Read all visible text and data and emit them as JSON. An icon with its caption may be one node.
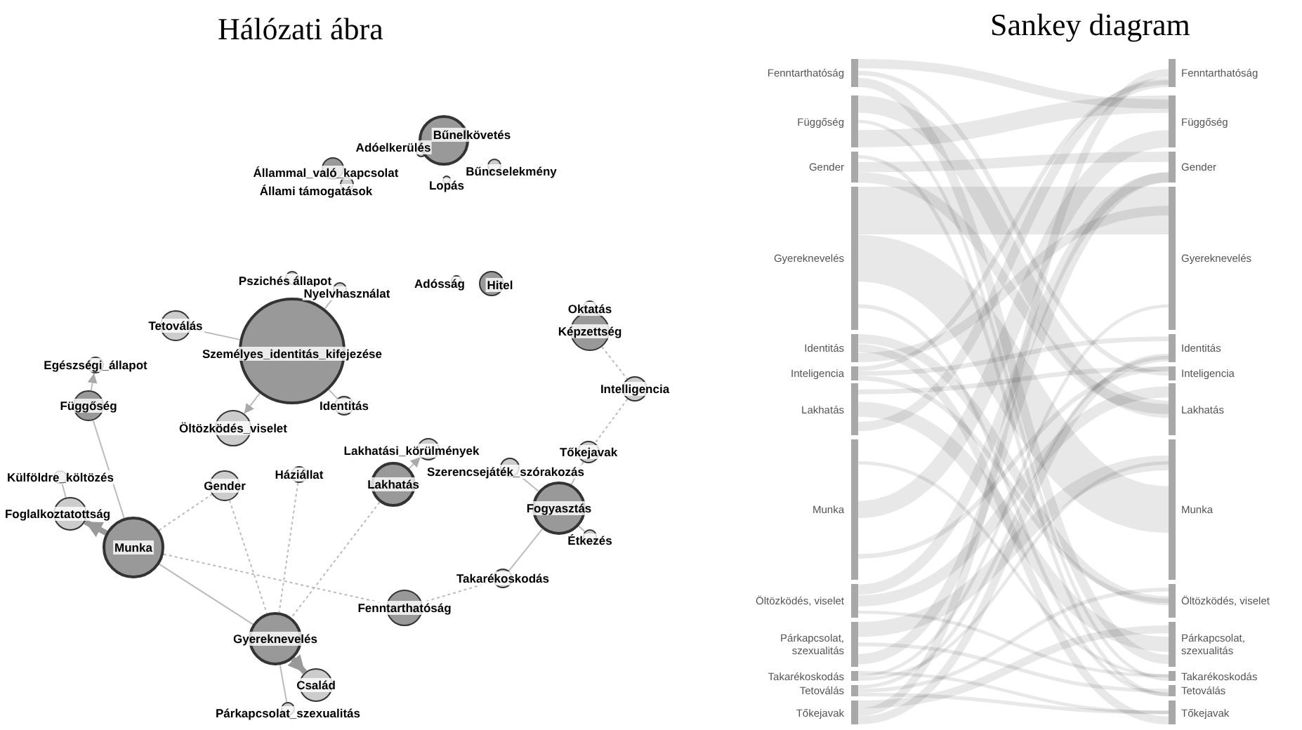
{
  "diagram": {
    "nodes": [
      {
        "text": [
          "Állammal_való_kapcsolat"
        ]
      },
      {
        "text": [
          "Állami támogatások"
        ]
      },
      {
        "text": [
          "Adóelkerülés"
        ]
      },
      {
        "text": [
          "Bűnelkövetés"
        ]
      },
      {
        "text": [
          "Bűncselekmény"
        ]
      },
      {
        "text": [
          "Lopás"
        ]
      },
      {
        "text": [
          "Pszichés állapot"
        ]
      },
      {
        "text": [
          "Adósság"
        ]
      },
      {
        "text": [
          "Hitel"
        ]
      },
      {
        "text": [
          "Nyelvhasználat"
        ]
      },
      {
        "text": [
          "Oktatás"
        ]
      },
      {
        "text": [
          "Tetoválás"
        ]
      },
      {
        "text": [
          "Képzettség"
        ]
      },
      {
        "text": [
          "Személyes_identitás_kifejezése"
        ]
      },
      {
        "text": [
          "Egészségi_állapot"
        ]
      },
      {
        "text": [
          "Intelligencia"
        ]
      },
      {
        "text": [
          "Függőség"
        ]
      },
      {
        "text": [
          "Identitás"
        ]
      },
      {
        "text": [
          "Öltözködés_viselet"
        ]
      },
      {
        "text": [
          "Lakhatási_körülmények"
        ]
      },
      {
        "text": [
          "Tőkejavak"
        ]
      },
      {
        "text": [
          "Szerencsejáték_szórakozás"
        ]
      },
      {
        "text": [
          "Háziállat"
        ]
      },
      {
        "text": [
          "Külföldre_költözés"
        ]
      },
      {
        "text": [
          "Lakhatás"
        ]
      },
      {
        "text": [
          "Gender"
        ]
      },
      {
        "text": [
          "Fogyasztás"
        ]
      },
      {
        "text": [
          "Foglalkoztatottság"
        ]
      },
      {
        "text": [
          "Étkezés"
        ]
      },
      {
        "text": [
          "Munka"
        ]
      },
      {
        "text": [
          "Takarékoskodás"
        ]
      },
      {
        "text": [
          "Fenntarthatóság"
        ]
      },
      {
        "text": [
          "Gyereknevelés"
        ]
      },
      {
        "text": [
          "Család"
        ]
      },
      {
        "text": [
          "Párkapcsolat_szexualitás"
        ]
      },
      {
        "text": [
          "Fenntarthatóság"
        ]
      },
      {
        "text": [
          "Függőség"
        ]
      },
      {
        "text": [
          "Gender"
        ]
      },
      {
        "text": [
          "Gyereknevelés"
        ]
      },
      {
        "text": [
          "Identitás"
        ]
      },
      {
        "text": [
          "Inteligencia"
        ]
      },
      {
        "text": [
          "Lakhatás"
        ]
      },
      {
        "text": [
          "Munka"
        ]
      },
      {
        "text": [
          "Öltözködés, viselet"
        ]
      },
      {
        "text": [
          "Párkapcsolat, szexualitás"
        ]
      },
      {
        "text": [
          "Takarékoskodás"
        ]
      },
      {
        "text": [
          "Tetoválás"
        ]
      },
      {
        "text": [
          "Tőkejavak"
        ]
      },
      {
        "text": [
          "Fenntarthatóság"
        ]
      },
      {
        "text": [
          "Függőség"
        ]
      },
      {
        "text": [
          "Gender"
        ]
      },
      {
        "text": [
          "Gyereknevelés"
        ]
      },
      {
        "text": [
          "Identitás"
        ]
      },
      {
        "text": [
          "Inteligencia"
        ]
      },
      {
        "text": [
          "Lakhatás"
        ]
      },
      {
        "text": [
          "Munka"
        ]
      },
      {
        "text": [
          "Öltözködés, viselet"
        ]
      },
      {
        "text": [
          "Párkapcsolat, szexualitás"
        ]
      },
      {
        "text": [
          "Takarékoskodás"
        ]
      },
      {
        "text": [
          "Tetoválás"
        ]
      },
      {
        "text": [
          "Tőkejavak"
        ]
      }
    ],
    "edges": [
      {
        "from": 29,
        "to": 27,
        "arrow": "to",
        "style": "thick"
      },
      {
        "from": 32,
        "to": 33,
        "arrow": "to",
        "style": "thick"
      },
      {
        "from": 16,
        "to": 14,
        "arrow": "to"
      },
      {
        "from": 24,
        "to": 19,
        "arrow": "to"
      },
      {
        "from": 13,
        "to": 18,
        "arrow": "to"
      },
      {
        "from": 17,
        "to": 13,
        "arrow": "none"
      },
      {
        "from": 11,
        "to": 13,
        "arrow": "none"
      },
      {
        "from": 9,
        "to": 13,
        "arrow": "none"
      },
      {
        "from": 16,
        "to": 29,
        "arrow": "none"
      },
      {
        "from": 29,
        "to": 32,
        "arrow": "none"
      },
      {
        "from": 25,
        "to": 32,
        "arrow": "none",
        "style": "dashed"
      },
      {
        "from": 32,
        "to": 34,
        "arrow": "none"
      },
      {
        "from": 12,
        "to": 15,
        "arrow": "none",
        "style": "dashed"
      },
      {
        "from": 26,
        "to": 30,
        "arrow": "none"
      },
      {
        "from": 30,
        "to": 31,
        "arrow": "none",
        "style": "dashed"
      },
      {
        "from": 26,
        "to": 20,
        "arrow": "none"
      },
      {
        "from": 26,
        "to": 21,
        "arrow": "none"
      },
      {
        "from": 29,
        "to": 31,
        "arrow": "none",
        "style": "dashed"
      },
      {
        "from": 24,
        "to": 32,
        "arrow": "none",
        "style": "dashed"
      },
      {
        "from": 22,
        "to": 32,
        "arrow": "none",
        "style": "dashed"
      },
      {
        "from": 29,
        "to": 25,
        "arrow": "none",
        "style": "dashed"
      },
      {
        "from": 23,
        "to": 27,
        "arrow": "none"
      },
      {
        "from": 26,
        "to": 28,
        "arrow": "none"
      },
      {
        "from": 15,
        "to": 20,
        "arrow": "none",
        "style": "dashed"
      }
    ],
    "labels": [
      "Hálózati ábra",
      "Sankey diagram"
    ]
  }
}
